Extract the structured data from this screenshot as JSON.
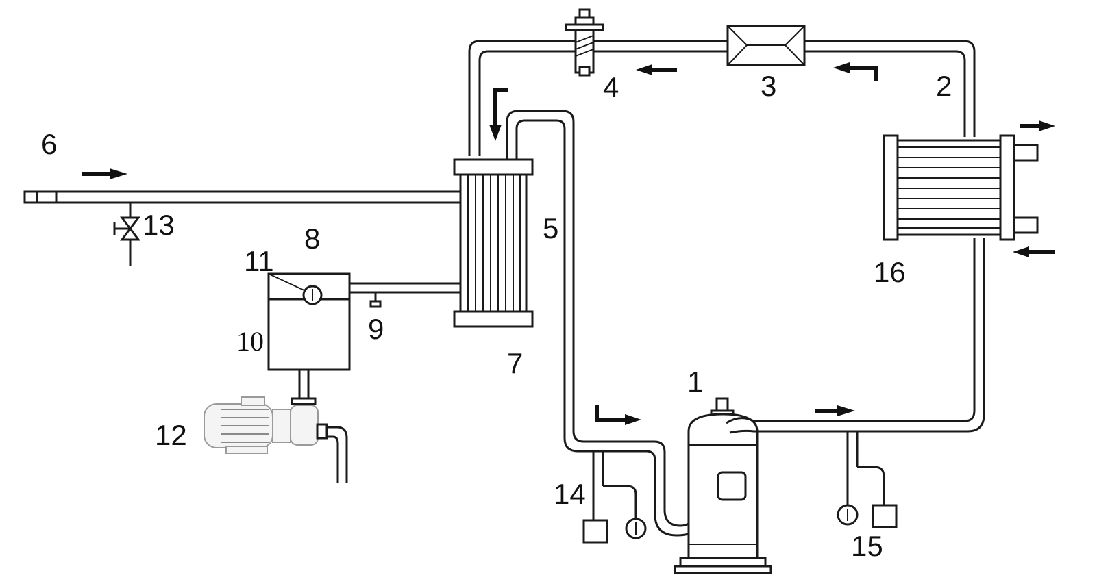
{
  "labels": {
    "compressor": "1",
    "condenser_outlet": "2",
    "filter_drier": "3",
    "expansion_valve": "4",
    "suction_line": "5",
    "water_inlet": "6",
    "evaporator": "7",
    "water_tank_top": "8",
    "drain": "9",
    "water_tank": "10",
    "float_gauge": "11",
    "water_pump": "12",
    "valve": "13",
    "low_pressure_gauges": "14",
    "high_pressure_gauges": "15",
    "condenser": "16"
  }
}
